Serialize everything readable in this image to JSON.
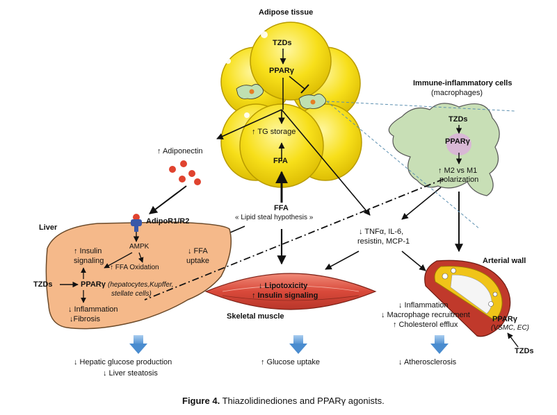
{
  "adipose": {
    "title": "Adipose tissue",
    "tzds": "TZDs",
    "ppar": "PPARγ",
    "tg_storage": "↑ TG storage",
    "ffa": "FFA"
  },
  "adiponectin": "↑  Adiponectin",
  "adiporeceptor": "AdipoR1/R2",
  "immune": {
    "title": "Immune-inflammatory cells",
    "subtitle": "(macrophages)",
    "tzds": "TZDs",
    "ppar": "PPARγ",
    "polarization_1": "↑ M2 vs M1",
    "polarization_2": "polarization"
  },
  "ffa_center": {
    "label": "FFA",
    "hypothesis": "« Lipid steal hypothesis »"
  },
  "cytokines": {
    "line1": "↓ TNFα, IL-6,",
    "line2": "resistin, MCP-1"
  },
  "liver": {
    "title": "Liver",
    "ampk": "AMPK",
    "insulin_1": "↑ Insulin",
    "insulin_2": "signaling",
    "ffa_oxidation": "↑ FFA  Oxidation",
    "ffa_uptake_1": "↓ FFA",
    "ffa_uptake_2": "uptake",
    "tzds": "TZDs",
    "ppar": "PPARγ",
    "ppar_cells_1": "(hepatocytes,Kupffer,",
    "ppar_cells_2": "stellate cells)",
    "inflammation": "↓ Inflammation",
    "fibrosis": "↓Fibrosis"
  },
  "muscle": {
    "lipotoxicity": "↓ Lipotoxicity",
    "insulin": "↑ Insulin signaling",
    "title": "Skeletal muscle"
  },
  "artery": {
    "title": "Arterial wall",
    "ppar": "PPARγ",
    "cells": "(VSMC, EC)",
    "tzds": "TZDs",
    "effect1": "↓ Inflammation",
    "effect2": "↓ Macrophage recruitment",
    "effect3": "↑ Cholesterol efflux"
  },
  "outcomes": {
    "liver_1": "↓ Hepatic glucose production",
    "liver_2": "↓ Liver steatosis",
    "muscle": "↑ Glucose uptake",
    "artery": "↓ Atherosclerosis"
  },
  "caption": {
    "label": "Figure 4.",
    "text": " Thiazolidinediones and PPARγ agonists."
  },
  "colors": {
    "fat_yellow": "#f7df1a",
    "fat_outline": "#b89b00",
    "liver": "#f5b98a",
    "liver_outline": "#6b4a2a",
    "macrophage": "#c8dfb6",
    "muscle": "#e8604c",
    "artery_red": "#c0392b",
    "plaque": "#f0c419",
    "adiponectin_dot": "#e0432f",
    "receptor_blue": "#3a58a8",
    "down_arrow_blue": "#5b9bd5",
    "dashed_line": "#5b8fb0"
  }
}
